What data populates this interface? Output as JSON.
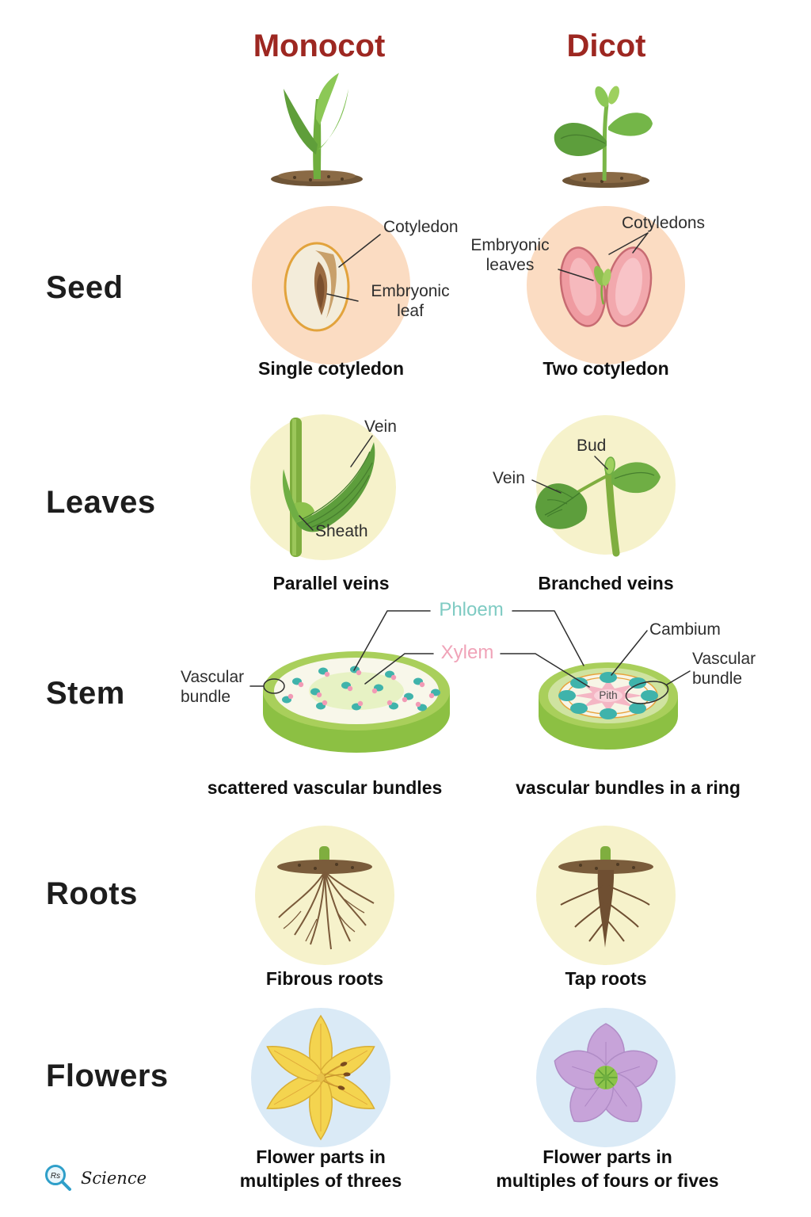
{
  "colors": {
    "title": "#9d2721",
    "phloem": "#7fcbc3",
    "xylem": "#f0a3b8",
    "seed_circle": "#fbdcc2",
    "leaf_circle": "#f6f2cb",
    "flower_circle": "#daeaf6",
    "stem_green": "#8cc043"
  },
  "header": {
    "monocot": "Monocot",
    "dicot": "Dicot"
  },
  "rows": {
    "seed": "Seed",
    "leaves": "Leaves",
    "stem": "Stem",
    "roots": "Roots",
    "flowers": "Flowers"
  },
  "seed": {
    "monocot": {
      "cotyledon": "Cotyledon",
      "embryonic_leaf": "Embryonic\nleaf",
      "caption": "Single cotyledon"
    },
    "dicot": {
      "cotyledons": "Cotyledons",
      "embryonic_leaves": "Embryonic\nleaves",
      "caption": "Two cotyledon"
    }
  },
  "leaves": {
    "monocot": {
      "vein": "Vein",
      "sheath": "Sheath",
      "caption": "Parallel veins"
    },
    "dicot": {
      "bud": "Bud",
      "vein": "Vein",
      "caption": "Branched veins"
    }
  },
  "stem": {
    "phloem": "Phloem",
    "xylem": "Xylem",
    "monocot": {
      "vascular_bundle": "Vascular\nbundle",
      "caption": "scattered vascular bundles"
    },
    "dicot": {
      "cambium": "Cambium",
      "vascular_bundle": "Vascular\nbundle",
      "pith": "Pith",
      "caption": "vascular bundles in a ring"
    }
  },
  "roots": {
    "monocot": {
      "caption": "Fibrous roots"
    },
    "dicot": {
      "caption": "Tap roots"
    }
  },
  "flowers": {
    "monocot": {
      "caption": "Flower parts in\nmultiples of threes"
    },
    "dicot": {
      "caption": "Flower parts in\nmultiples of fours or fives"
    }
  },
  "logo": {
    "mark": "Rs",
    "name": "Science"
  }
}
